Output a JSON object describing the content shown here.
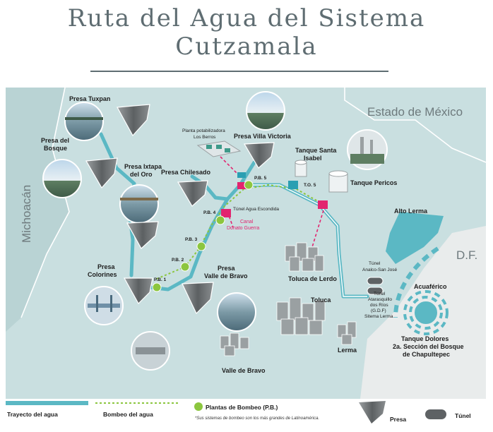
{
  "header": {
    "title_line1": "Ruta del Agua del Sistema",
    "title_line2": "Cutzamala"
  },
  "regions": {
    "michoacan": "Michoacán",
    "estado_mexico": "Estado de México",
    "df": "D.F."
  },
  "presas": {
    "tuxpan": "Presa Tuxpan",
    "bosque_1": "Presa del",
    "bosque_2": "Bosque",
    "ixtapa_1": "Presa Ixtapa",
    "ixtapa_2": "del Oro",
    "colorines_1": "Presa",
    "colorines_2": "Colorines",
    "valle_1": "Presa",
    "valle_2": "Valle de Bravo",
    "chilesado": "Presa Chilesado",
    "villa_victoria": "Presa Villa Victoria"
  },
  "places": {
    "planta_1": "Planta potabilizadora",
    "planta_2": "Los Berros",
    "tanque_santa_1": "Tanque Santa",
    "tanque_santa_2": "Isabel",
    "tanque_pericos": "Tanque Pericos",
    "alto_lerma": "Alto Lerma",
    "toluca_lerdo": "Toluca de Lerdo",
    "toluca": "Toluca",
    "lerma": "Lerma",
    "valle_bravo": "Valle de Bravo",
    "acuaferico": "Acuaférico",
    "dolores_1": "Tanque Dolores",
    "dolores_2": "2a. Sección del Bosque",
    "dolores_3": "de Chapultepec"
  },
  "stations": {
    "pb1": "P.B. 1",
    "pb2": "P.B. 2",
    "pb3": "P.B. 3",
    "pb4": "P.B. 4",
    "pb5": "P.B. 5",
    "to5": "T.O. 5"
  },
  "tunnels": {
    "agua_escondida": "Túnel Agua Escondida",
    "analco_1": "Túnel",
    "analco_2": "Analco-San José",
    "atarasquillo_1": "Túnel",
    "atarasquillo_2": "Atarasquillo",
    "atarasquillo_3": "dos Ríos",
    "atarasquillo_4": "(G.D.F)",
    "atarasquillo_5": "Sitema Lerma"
  },
  "canal": {
    "line1": "Canal",
    "line2": "Donato Guerra"
  },
  "legend": {
    "trayecto": "Trayecto del agua",
    "bombeo": "Bombeo del agua",
    "plantas": "Plantas de Bombeo (P.B.)",
    "note": "*Sus sistemas de bombeo son los más grandes de Latinoamérica.",
    "presa": "Presa",
    "tunel": "Túnel"
  },
  "colors": {
    "title": "#5f6d72",
    "map_bg": "#c9dfe0",
    "df_bg": "#e9ecec",
    "route": "#5bb8c4",
    "pump_line": "#8cc63f",
    "pump_station": "#8cc63f",
    "canal": "#e2246f",
    "dam": "#6f7375"
  }
}
